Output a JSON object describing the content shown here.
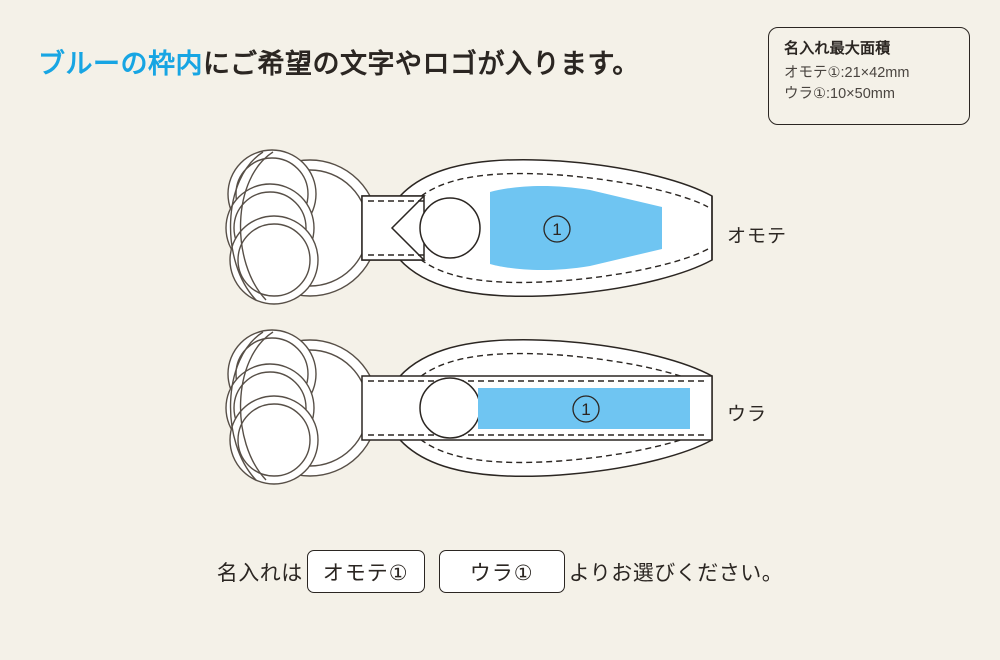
{
  "heading": {
    "accent_text": "ブルーの枠内",
    "rest_text": "にご希望の文字やロゴが入ります。",
    "accent_color": "#17a5e3"
  },
  "info_box": {
    "title": "名入れ最大面積",
    "lines": [
      "オモテ①:21×42mm",
      "ウラ①:10×50mm"
    ]
  },
  "diagrams": {
    "front": {
      "side_label": "オモテ",
      "area_marker": "1",
      "imprint_color": "#6fc5f2"
    },
    "back": {
      "side_label": "ウラ",
      "area_marker": "1",
      "imprint_color": "#6fc5f2"
    }
  },
  "caption": {
    "prefix": "名入れは",
    "chip_front": "オモテ①",
    "chip_back": "ウラ①",
    "suffix": "よりお選びください。"
  },
  "colors": {
    "background": "#f4f1e8",
    "ink": "#2b2622",
    "outline": "#574f47",
    "imprint_blue": "#6fc5f2",
    "accent_blue": "#17a5e3",
    "product_fill": "#ffffff"
  }
}
